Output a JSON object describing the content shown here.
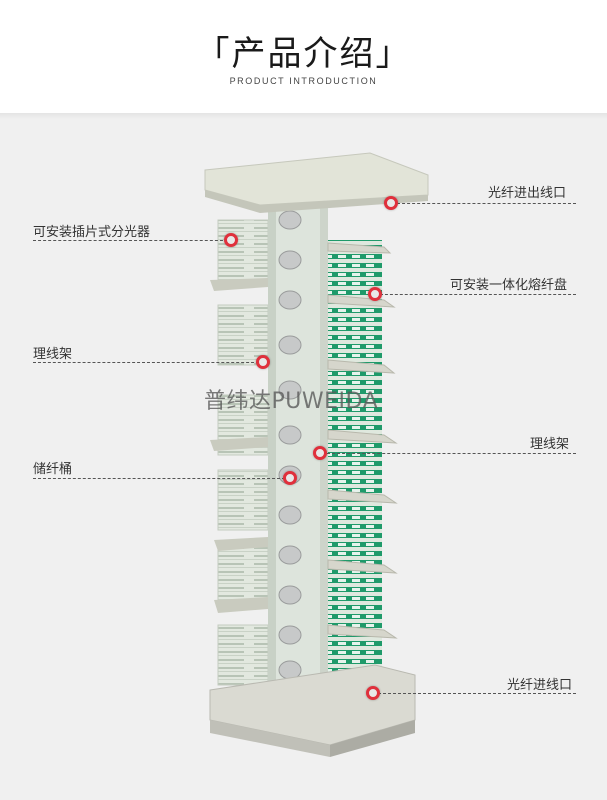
{
  "header": {
    "title": "「产品介绍」",
    "subtitle": "PRODUCT INTRODUCTION"
  },
  "watermark": "普纬达PUWEIDA",
  "callouts": [
    {
      "id": "fiber-in-out-port",
      "label": "光纤进出线口",
      "side": "right"
    },
    {
      "id": "plugin-splitter",
      "label": "可安装插片式分光器",
      "side": "left"
    },
    {
      "id": "splice-tray",
      "label": "可安装一体化熔纤盘",
      "side": "right"
    },
    {
      "id": "cable-manager-left",
      "label": "理线架",
      "side": "left"
    },
    {
      "id": "cable-manager-right",
      "label": "理线架",
      "side": "right"
    },
    {
      "id": "fiber-storage-spool",
      "label": "储纤桶",
      "side": "left"
    },
    {
      "id": "fiber-inlet-port",
      "label": "光纤进线口",
      "side": "right"
    }
  ],
  "colors": {
    "accent_dot": "#e0303c",
    "cabinet_body": "#d8ddd2",
    "fiber_green": "#1f9a6a",
    "background": "#f0f0f0"
  }
}
